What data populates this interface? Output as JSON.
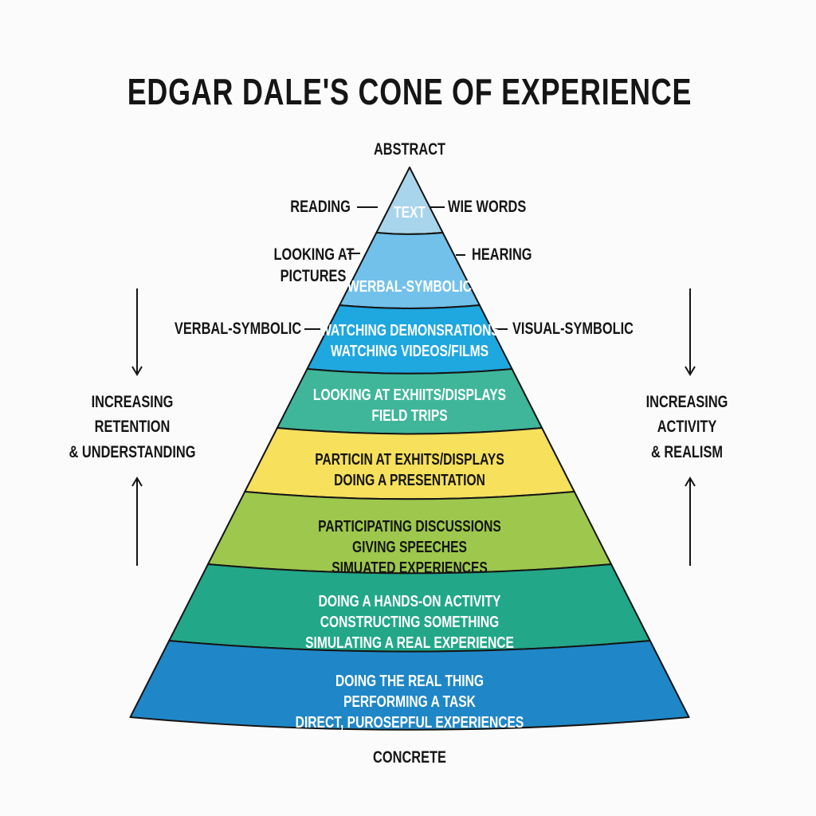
{
  "title": "EDGAR DALE'S CONE OF EXPERIENCE",
  "top_label": "ABSTRACT",
  "bottom_label": "CONCRETE",
  "left_axis": {
    "lines": [
      "INCREASING",
      "RETENTION",
      "& UNDERSTANDING"
    ]
  },
  "right_axis": {
    "lines": [
      "INCREASING",
      "ACTIVITY",
      "& REALISM"
    ]
  },
  "callouts": {
    "reading": "READING",
    "wie_words": "WIE WORDS",
    "looking_at_pictures": [
      "LOOKING AT",
      "PICTURES"
    ],
    "hearing": "HEARING",
    "verbal_symbolic": "VERBAL-SYMBOLIC",
    "visual_symbolic": "VISUAL-SYMBOLIC"
  },
  "bands": [
    {
      "color": "#a8d5eb",
      "lines": [
        "TEXT"
      ]
    },
    {
      "color": "#72c1ea",
      "lines": [
        "WERBAL-SYMBOLIC"
      ]
    },
    {
      "color": "#1fa7df",
      "lines": [
        "WATCHING DEMONSRATIONS",
        "WATCHING VIDEOS/FILMS"
      ]
    },
    {
      "color": "#3fb69a",
      "lines": [
        "LOOKING AT EXHIITS/DISPLAYS",
        "FIELD TRIPS"
      ]
    },
    {
      "color": "#f6e05c",
      "lines": [
        "PARTICIN AT EXHITS/DISPLAYS",
        "DOING A PRESENTATION"
      ]
    },
    {
      "color": "#9dc84d",
      "lines": [
        "PARTICIPATING DISCUSSIONS",
        "GIVING SPEECHES",
        "SIMUATED EXPERIENCES"
      ]
    },
    {
      "color": "#22a789",
      "lines": [
        "DOING A HANDS-ON ACTIVITY",
        "CONSTRUCTING SOMETHING",
        "SIMULATING A REAL EXPERIENCE"
      ]
    },
    {
      "color": "#1f87c7",
      "lines": [
        "DOING THE REAL THING",
        "PERFORMING A TASK",
        "DIRECT, PUROSEPFUL EXPERIENCES"
      ]
    }
  ]
}
